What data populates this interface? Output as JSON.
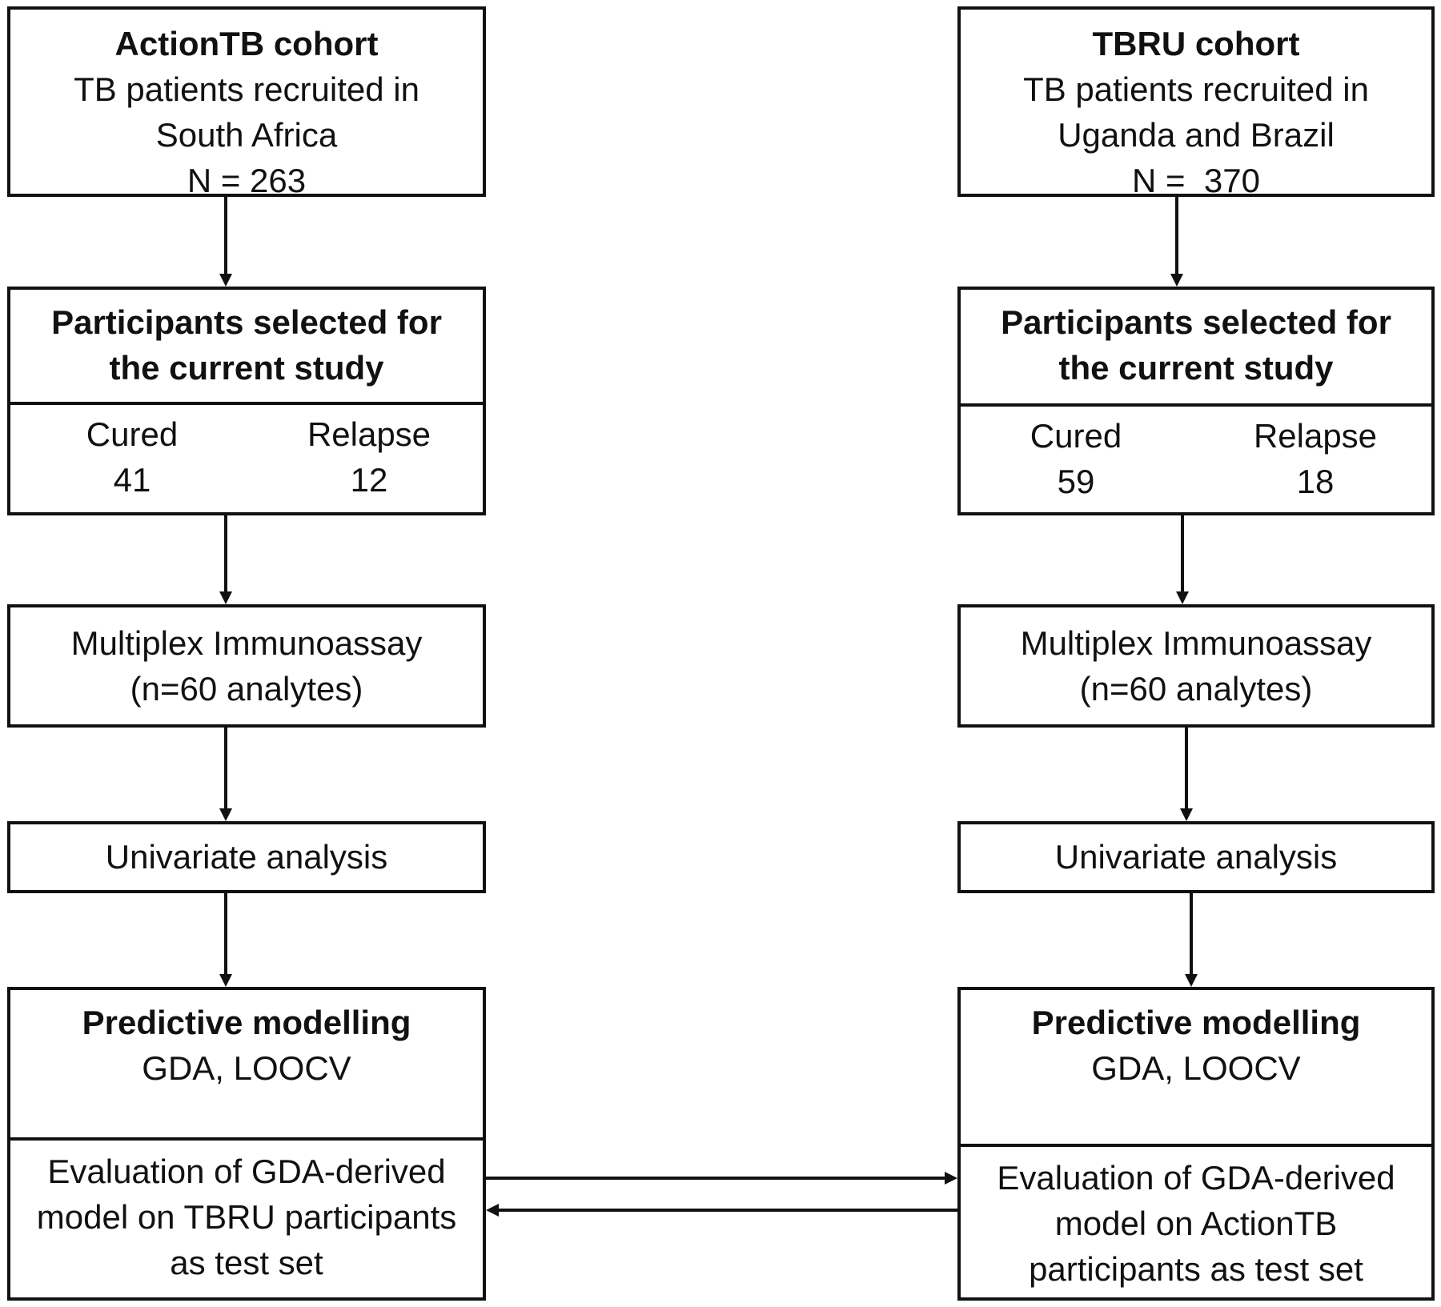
{
  "left": {
    "cohort": {
      "title": "ActionTB cohort",
      "line1": "TB patients recruited in",
      "line2": "South Africa",
      "line3": "N = 263"
    },
    "selected": {
      "title1": "Participants selected for",
      "title2": "the current study",
      "cured_label": "Cured",
      "cured_value": "41",
      "relapse_label": "Relapse",
      "relapse_value": "12"
    },
    "assay": {
      "line1": "Multiplex Immunoassay",
      "line2": "(n=60 analytes)"
    },
    "univariate": "Univariate analysis",
    "modelling": {
      "title": "Predictive modelling",
      "line1": "GDA, LOOCV"
    },
    "evaluation": {
      "line1": "Evaluation of GDA-derived",
      "line2": "model on TBRU participants",
      "line3": "as test set"
    }
  },
  "right": {
    "cohort": {
      "title": "TBRU cohort",
      "line1": "TB patients recruited in",
      "line2": "Uganda and Brazil",
      "line3": "N =  370"
    },
    "selected": {
      "title1": "Participants selected for",
      "title2": "the current study",
      "cured_label": "Cured",
      "cured_value": "59",
      "relapse_label": "Relapse",
      "relapse_value": "18"
    },
    "assay": {
      "line1": "Multiplex Immunoassay",
      "line2": "(n=60 analytes)"
    },
    "univariate": "Univariate analysis",
    "modelling": {
      "title": "Predictive modelling",
      "line1": "GDA, LOOCV"
    },
    "evaluation": {
      "line1": "Evaluation of GDA-derived",
      "line2": "model on ActionTB",
      "line3": "participants as test set"
    }
  }
}
